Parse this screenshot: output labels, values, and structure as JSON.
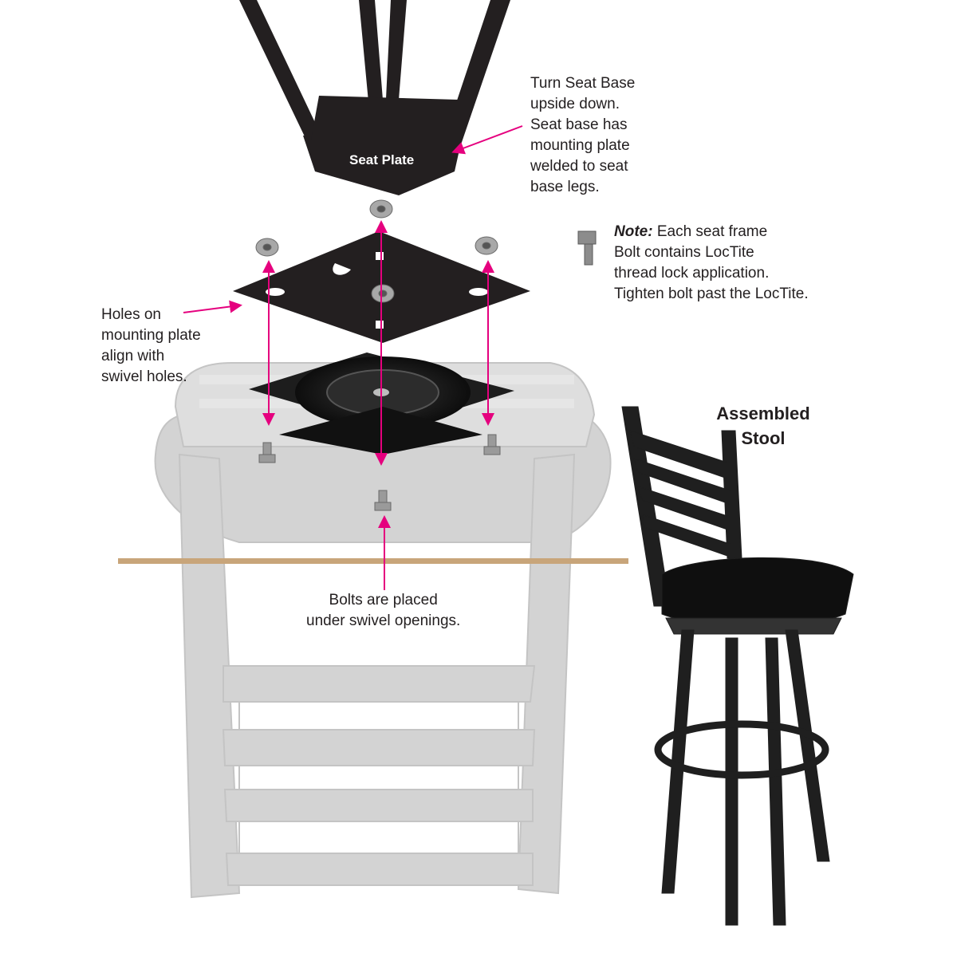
{
  "labels": {
    "seat_plate": "Seat Plate",
    "turn_seat": [
      "Turn Seat Base",
      "upside down.",
      "Seat base has",
      "mounting plate",
      "welded to seat",
      "base legs."
    ],
    "note_prefix": "Note:",
    "note": [
      "Each seat frame",
      "Bolt contains LocTite",
      "thread lock application.",
      "Tighten bolt past the LocTite."
    ],
    "holes": [
      "Holes on",
      "mounting plate",
      "align with",
      "swivel holes."
    ],
    "assembled": [
      "Assembled",
      "Stool"
    ],
    "bolts": [
      "Bolts are placed",
      "under swivel openings."
    ]
  },
  "colors": {
    "arrow": "#e5007e",
    "metal": "#231f20",
    "ghost_seat": "#d3d3d3",
    "table_edge": "#c8a57a"
  }
}
